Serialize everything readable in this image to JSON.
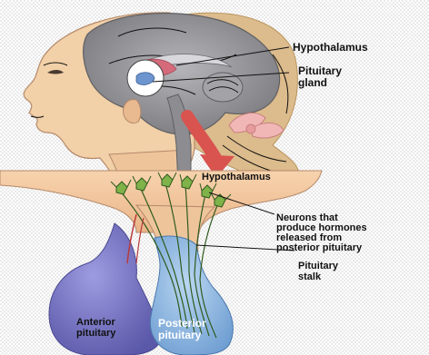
{
  "labels": {
    "top_hypothalamus": "Hypothalamus",
    "pituitary_gland_1": "Pituitary",
    "pituitary_gland_2": "gland",
    "bottom_hypothalamus": "Hypothalamus",
    "neurons_1": "Neurons that",
    "neurons_2": "produce hormones",
    "neurons_3": "released from",
    "neurons_4": "posterior pituitary",
    "stalk_1": "Pituitary",
    "stalk_2": "stalk",
    "anterior_1": "Anterior",
    "anterior_2": "pituitary",
    "posterior_1": "Posterior",
    "posterior_2": "pituitary"
  },
  "colors": {
    "skin": "#f1cfa6",
    "hair": "#d9b98a",
    "brain": "#8f8f93",
    "arrow": "#d9534f",
    "tissue": "#f4c69a",
    "anterior_lobe": "#7a79c8",
    "posterior_lobe": "#9ec1e6",
    "neuron": "#3f6e2a"
  }
}
